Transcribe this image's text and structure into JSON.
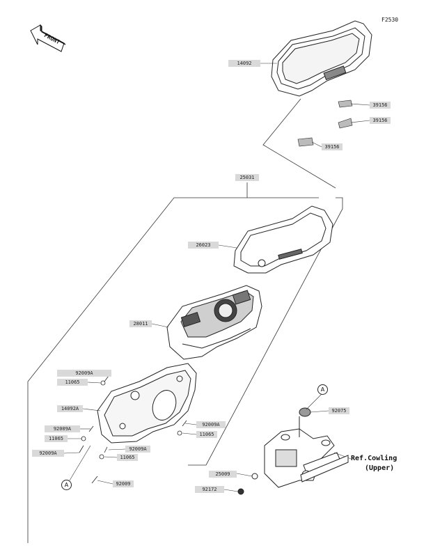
{
  "figure_code": "F2530",
  "front_label": "FRONT",
  "callout": "A",
  "reference": {
    "line1": "Ref.Cowling",
    "line2": "(Upper)"
  },
  "parts": {
    "p14092": "14092",
    "p39156_1": "39156",
    "p39156_2": "39156",
    "p39156_3": "39156",
    "p25031": "25031",
    "p26023": "26023",
    "p28011": "28011",
    "p92009A_1": "92009A",
    "p11065_1": "11065",
    "p14092A": "14092A",
    "p92009A_2": "92009A",
    "p92009A_3": "92009A",
    "p11065_2": "11065",
    "p11065_3": "11065",
    "p92009A_4": "92009A",
    "p92009A_5": "92009A",
    "p11065_4": "11065",
    "p92009": "92009",
    "p92075": "92075",
    "p25009": "25009",
    "p92172": "92172"
  }
}
